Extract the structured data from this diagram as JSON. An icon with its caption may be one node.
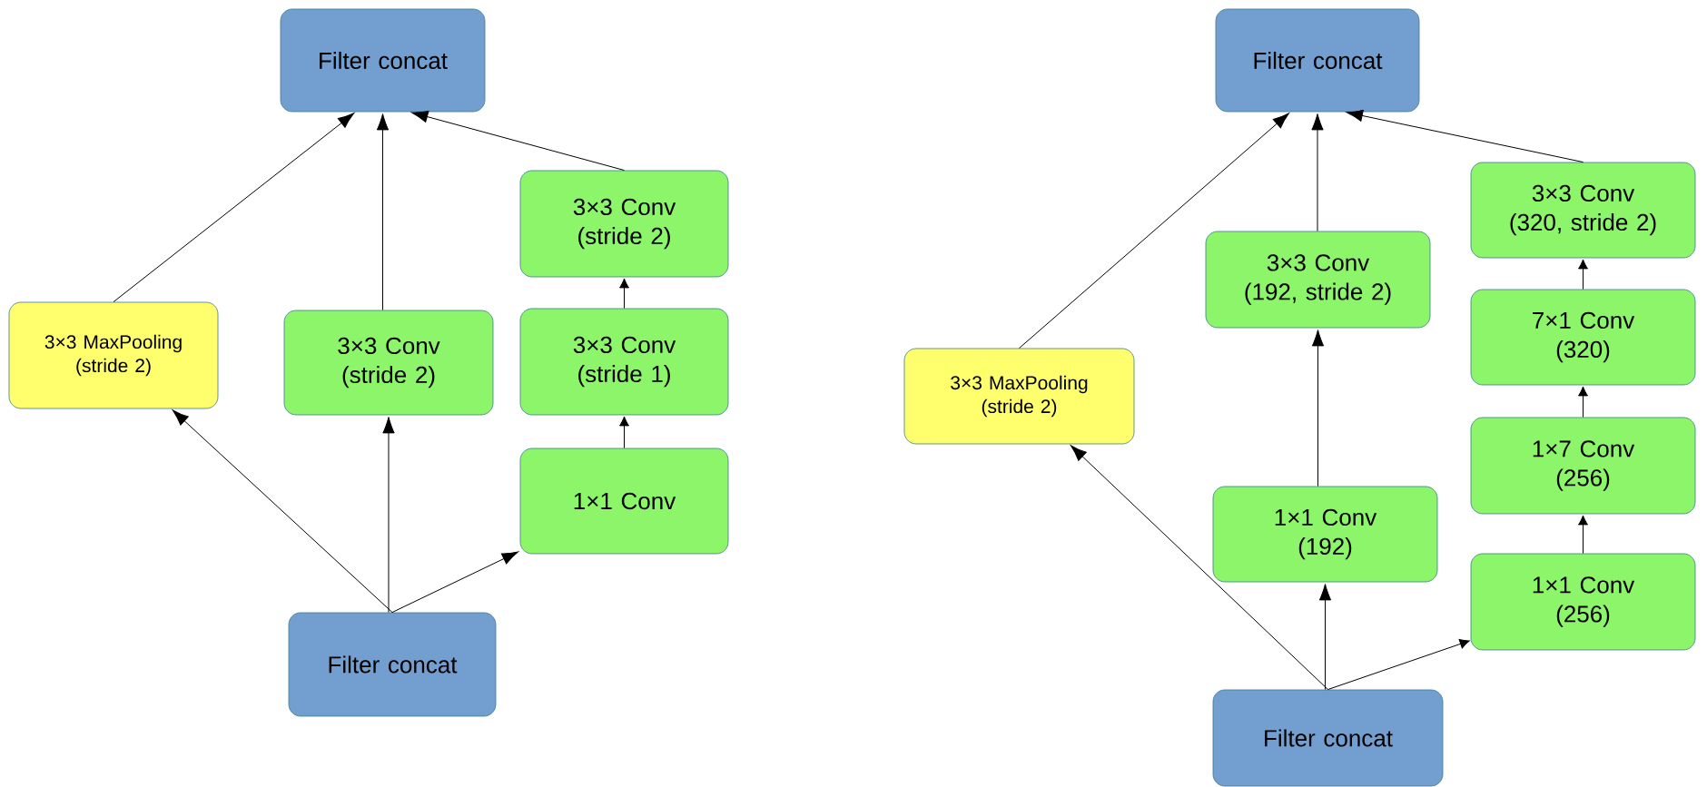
{
  "diagram": {
    "nodes": [
      {
        "text": [
          "Filter concat"
        ]
      },
      {
        "text": [
          "3×3 MaxPooling (stride 2)"
        ]
      },
      {
        "text": [
          "3×3 Conv (stride 2)"
        ]
      },
      {
        "text": [
          "3×3 Conv (stride 2)"
        ]
      },
      {
        "text": [
          "3×3 Conv (stride 1)"
        ]
      },
      {
        "text": [
          "1×1 Conv"
        ]
      },
      {
        "text": [
          "Filter concat"
        ]
      },
      {
        "text": [
          "Filter concat"
        ]
      },
      {
        "text": [
          "3×3 MaxPooling (stride 2)"
        ]
      },
      {
        "text": [
          "3×3 Conv (192, stride 2)"
        ]
      },
      {
        "text": [
          "1×1 Conv (192)"
        ]
      },
      {
        "text": [
          "3×3 Conv (320, stride 2)"
        ]
      },
      {
        "text": [
          "7×1 Conv (320)"
        ]
      },
      {
        "text": [
          "1×7 Conv (256)"
        ]
      },
      {
        "text": [
          "1×1 Conv (256)"
        ]
      },
      {
        "text": [
          "Filter concat"
        ]
      }
    ],
    "edges": [
      {
        "from": 6,
        "to": 1,
        "arrow": "to"
      },
      {
        "from": 6,
        "to": 2,
        "arrow": "to"
      },
      {
        "from": 6,
        "to": 5,
        "arrow": "to"
      },
      {
        "from": 5,
        "to": 4,
        "arrow": "to"
      },
      {
        "from": 4,
        "to": 3,
        "arrow": "to"
      },
      {
        "from": 1,
        "to": 0,
        "arrow": "to"
      },
      {
        "from": 2,
        "to": 0,
        "arrow": "to"
      },
      {
        "from": 3,
        "to": 0,
        "arrow": "to"
      },
      {
        "from": 15,
        "to": 8,
        "arrow": "to"
      },
      {
        "from": 15,
        "to": 10,
        "arrow": "to"
      },
      {
        "from": 15,
        "to": 14,
        "arrow": "to"
      },
      {
        "from": 10,
        "to": 9,
        "arrow": "to"
      },
      {
        "from": 14,
        "to": 13,
        "arrow": "to"
      },
      {
        "from": 13,
        "to": 12,
        "arrow": "to"
      },
      {
        "from": 12,
        "to": 11,
        "arrow": "to"
      },
      {
        "from": 8,
        "to": 7,
        "arrow": "to"
      },
      {
        "from": 9,
        "to": 7,
        "arrow": "to"
      },
      {
        "from": 11,
        "to": 7,
        "arrow": "to"
      }
    ]
  }
}
